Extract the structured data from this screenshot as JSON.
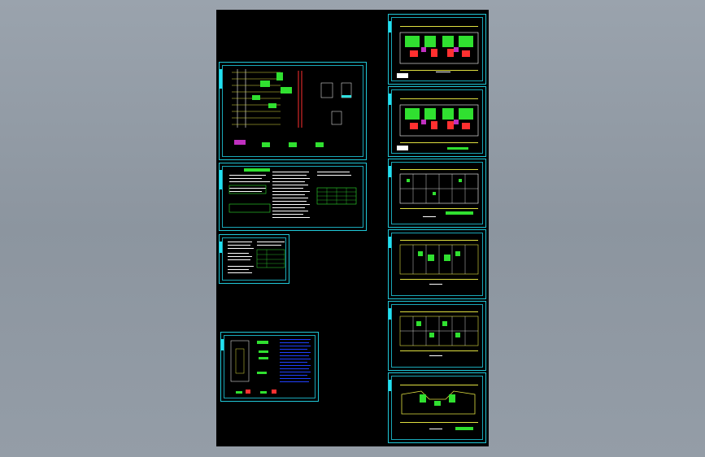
{
  "viewport": {
    "background": "#8d96a0",
    "canvas_background": "#000000",
    "frame_color": "#20c8d8"
  },
  "sheets": [
    {
      "name": "sheet-system-diagram",
      "kind": "riser-diagram"
    },
    {
      "name": "sheet-design-notes-1",
      "kind": "notes-table"
    },
    {
      "name": "sheet-design-notes-2",
      "kind": "notes-table"
    },
    {
      "name": "sheet-site-plan",
      "kind": "site-plan"
    },
    {
      "name": "sheet-plan-1",
      "kind": "floor-plan"
    },
    {
      "name": "sheet-plan-2",
      "kind": "floor-plan"
    },
    {
      "name": "sheet-plan-3",
      "kind": "floor-plan"
    },
    {
      "name": "sheet-plan-4",
      "kind": "floor-plan"
    },
    {
      "name": "sheet-plan-5",
      "kind": "floor-plan"
    },
    {
      "name": "sheet-plan-6",
      "kind": "floor-plan"
    }
  ]
}
